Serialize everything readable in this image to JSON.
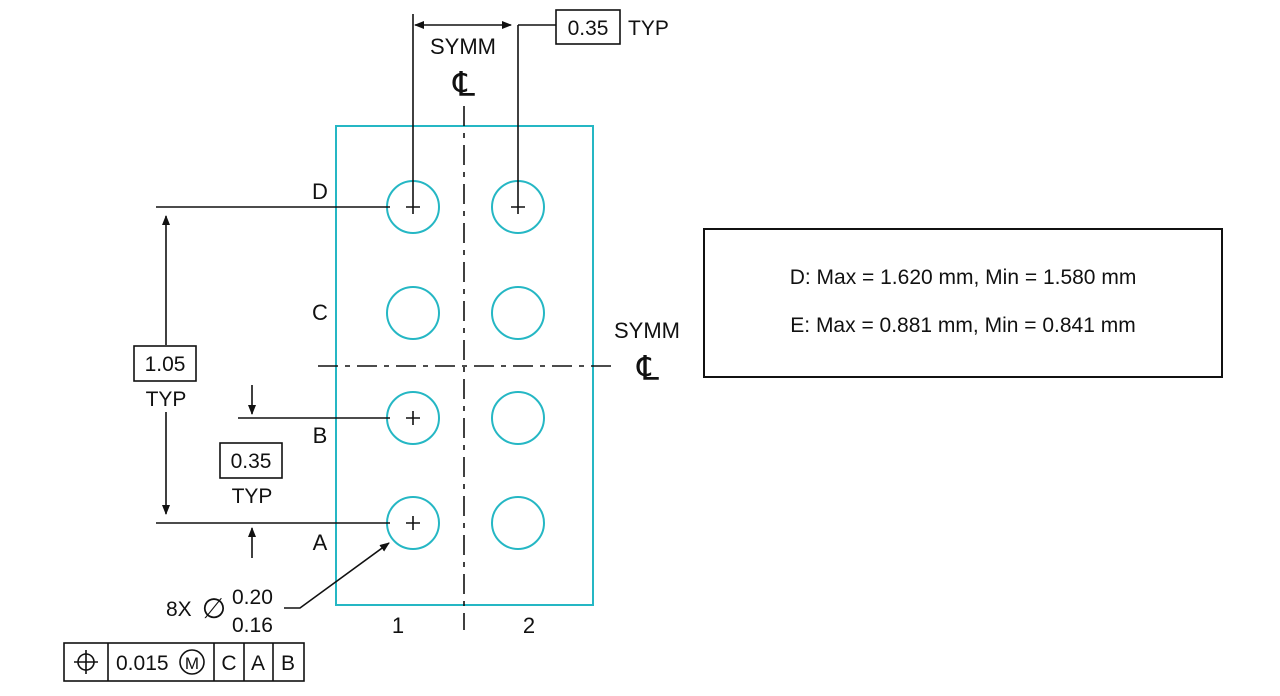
{
  "drawing": {
    "symm_top": "SYMM",
    "symm_right": "SYMM",
    "centerline_symbol": "℄",
    "pitch_top": {
      "value": "0.35",
      "suffix": "TYP"
    },
    "pitch_vertical": {
      "value": "1.05",
      "suffix": "TYP"
    },
    "pitch_left": {
      "value": "0.35",
      "suffix": "TYP"
    },
    "rows": [
      "D",
      "C",
      "B",
      "A"
    ],
    "cols": [
      "1",
      "2"
    ],
    "ball_callout": {
      "qty": "8X",
      "diameter_symbol": "∅",
      "max": "0.20",
      "min": "0.16"
    },
    "fcf": {
      "position_symbol": "⊕",
      "tolerance": "0.015",
      "modifier": "M",
      "datums": [
        "C",
        "A",
        "B"
      ]
    },
    "accent_color": "#25b7c4"
  },
  "notes": {
    "d_line": "D: Max = 1.620 mm, Min = 1.580 mm",
    "e_line": "E: Max = 0.881 mm, Min = 0.841 mm"
  }
}
